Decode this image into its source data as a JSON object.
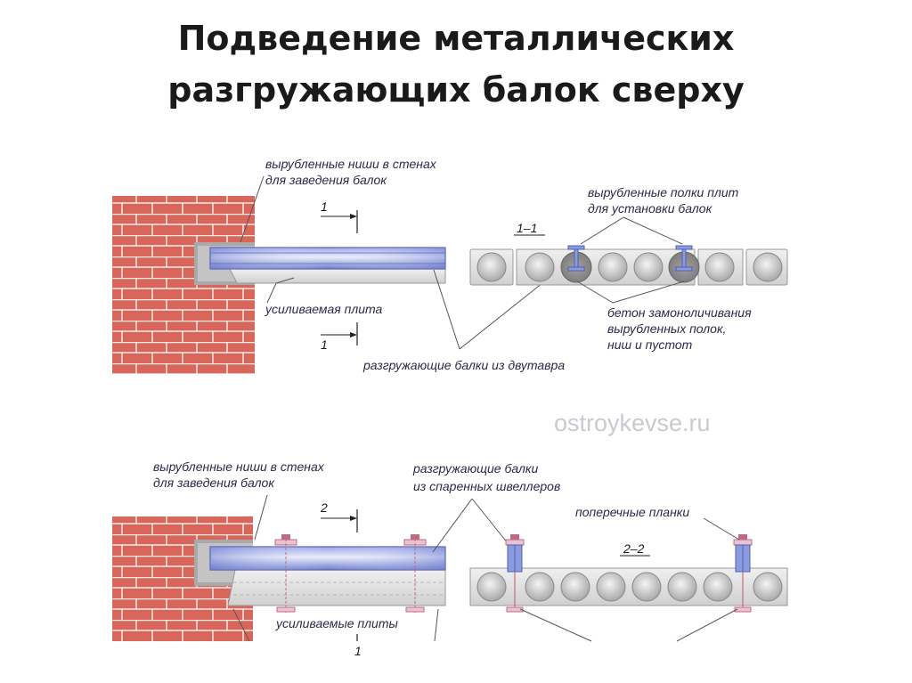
{
  "title": {
    "line1": "Подведение металлических",
    "line2": "разгружающих балок сверху"
  },
  "watermark": "ostroykevse.ru",
  "diagram_top": {
    "niche_label_1": "вырубленные ниши в стенах",
    "niche_label_2": "для заведения балок",
    "section_marker_top": "1",
    "section_marker_bottom": "1",
    "section_label": "1–1",
    "shelves_label_1": "вырубленные полки плит",
    "shelves_label_2": "для установки балок",
    "slab_label": "усиливаемая плита",
    "concrete_label_1": "бетон замоноличивания",
    "concrete_label_2": "вырубленных полок,",
    "concrete_label_3": "ниш и пустот",
    "beams_label": "разгружающие балки из двутавра"
  },
  "diagram_bottom": {
    "niche_label_1": "вырубленные ниши в стенах",
    "niche_label_2": "для заведения балок",
    "section_marker_top": "2",
    "section_marker_bottom": "1",
    "beams_label_1": "разгружающие балки",
    "beams_label_2": "из спаренных швеллеров",
    "strips_label": "поперечные планки",
    "section_label": "2–2",
    "slabs_label": "усиливаемые плиты"
  },
  "colors": {
    "brick": "#d9665a",
    "mortar": "#f2ece6",
    "beam_blue": "#7f8fd8",
    "slab_gray": "#dcdcdc",
    "bolt_pink": "#c06a80"
  }
}
